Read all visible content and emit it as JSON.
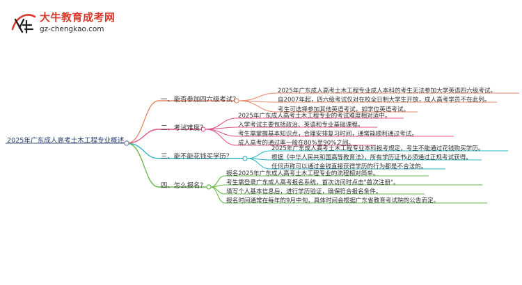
{
  "header": {
    "brand_title": "大牛教育成考网",
    "brand_url": "gz-chengkao.com"
  },
  "mindmap": {
    "root": "2025年广东成人高考土木工程专业概述",
    "branches": [
      {
        "label": "一、能否参加四六级考试？",
        "color": "#e58a6b",
        "children": [
          "2025年广东成人高考土木工程专业成人本科的考生无法参加大学英语四六级考试。",
          "自2007年起，四六级考试仅对在校全日制大学生开放，成人高考学员不在此列。",
          "考生可选择参加其他英语考试，如学位英语考试。"
        ]
      },
      {
        "label": "二、考试难度？",
        "color": "#e0558a",
        "children": [
          "2025年广东成人高考土木工程专业的考试难度相对适中。",
          "入学考试主要包括政治、英语和专业基础课程。",
          "考生需掌握基本知识点，合理安排复习时间，通常能顺利通过考试。",
          "成人高考的通过率一般在80%至90%之间。"
        ]
      },
      {
        "label": "三、能不能花钱买学历？",
        "color": "#2fb6c2",
        "children": [
          "2025年广东成人高考土木工程专业本科报考规定，考生不能通过花钱购买学历。",
          "根据《中华人民共和国高等教育法》，所有学历证书必须通过正规考试获得。",
          "任何声称可以通过金钱直接获得学历的行为都是不合法的。"
        ]
      },
      {
        "label": "四、怎么报名？",
        "color": "#66b84a",
        "children": [
          "报名2025年广东成人高考土木工程专业的流程相对简单。",
          "考生需登录广东成人高考报名系统，首次访问时点击\"首次注册\"。",
          "填写个人基本信息后，进行学历验证，确保符合报名条件。",
          "报名时间通常在每年的9月中旬，具体时间会根据广东省教育考试院的公告而定。"
        ]
      }
    ]
  }
}
